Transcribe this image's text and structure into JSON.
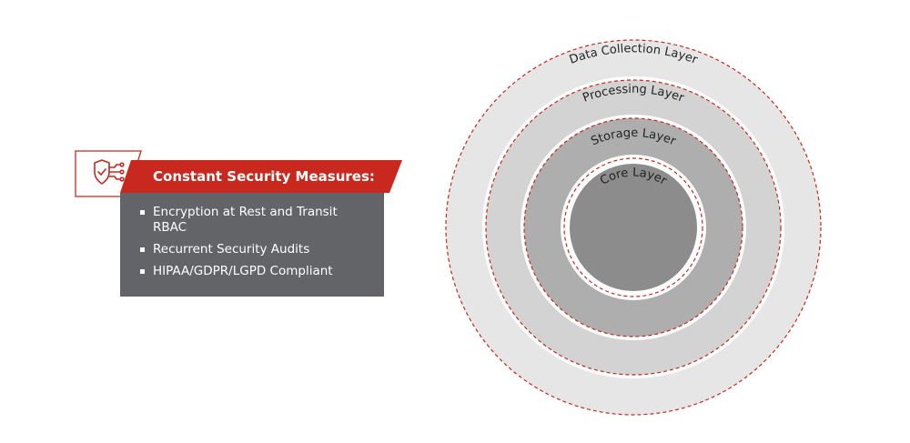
{
  "security_card": {
    "title": "Constant Security Measures:",
    "icon": "shield-check-circuit-icon",
    "items": [
      "Encryption at Rest and Transit RBAC",
      "Recurrent Security Audits",
      "HIPAA/GDPR/LGPD Compliant"
    ]
  },
  "layers": {
    "outer": "Data Collection Layer",
    "second": "Processing Layer",
    "third": "Storage Layer",
    "inner": "Core Layer"
  },
  "colors": {
    "accent_red": "#c8281e",
    "card_gray": "#626467",
    "ring_outer": "#e6e6e7",
    "ring_second": "#d3d3d4",
    "ring_third": "#aeaeaf",
    "core": "#8c8c8d"
  }
}
